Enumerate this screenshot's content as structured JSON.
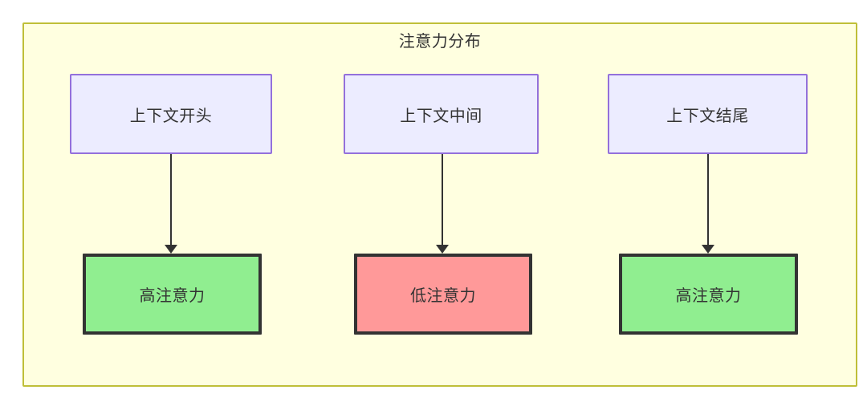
{
  "diagram": {
    "title": "注意力分布",
    "container": {
      "fill": "#ffffe0",
      "stroke": "#bfbf38"
    },
    "nodes": {
      "top": [
        {
          "id": "context-start",
          "label": "上下文开头",
          "fill": "#ececff",
          "stroke": "#9370db"
        },
        {
          "id": "context-middle",
          "label": "上下文中间",
          "fill": "#ececff",
          "stroke": "#9370db"
        },
        {
          "id": "context-end",
          "label": "上下文结尾",
          "fill": "#ececff",
          "stroke": "#9370db"
        }
      ],
      "bottom": [
        {
          "id": "attention-high-start",
          "label": "高注意力",
          "fill": "#90ee90",
          "stroke": "#333333"
        },
        {
          "id": "attention-low-middle",
          "label": "低注意力",
          "fill": "#ff9999",
          "stroke": "#333333"
        },
        {
          "id": "attention-high-end",
          "label": "高注意力",
          "fill": "#90ee90",
          "stroke": "#333333"
        }
      ]
    },
    "edges": [
      {
        "from": "context-start",
        "to": "attention-high-start",
        "label": ""
      },
      {
        "from": "context-middle",
        "to": "attention-low-middle",
        "label": ""
      },
      {
        "from": "context-end",
        "to": "attention-high-end",
        "label": ""
      }
    ]
  }
}
